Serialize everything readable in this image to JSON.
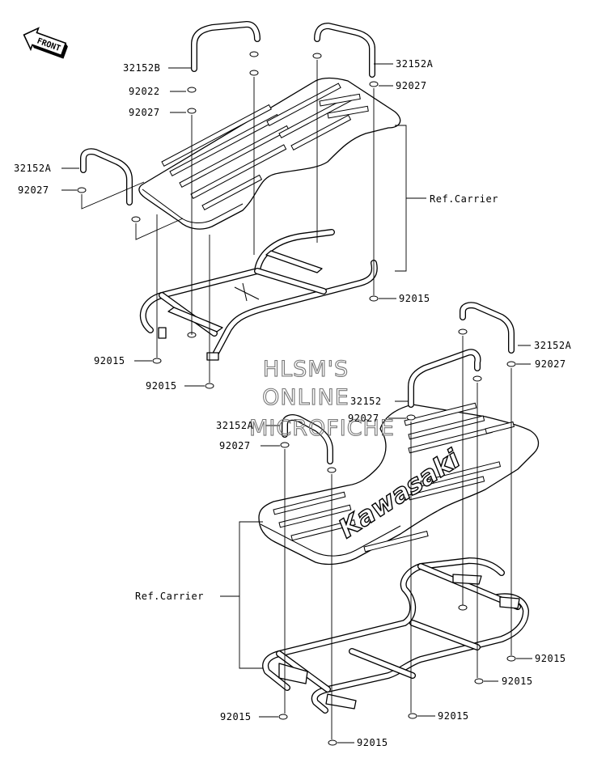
{
  "front_label": "FRONT",
  "watermark": [
    "HLSM'S",
    "ONLINE",
    "MICROFICHE"
  ],
  "brand_text": "Kawasaki",
  "callouts": [
    "32152B",
    "92022",
    "92027",
    "32152A",
    "92027",
    "92027",
    "32152A",
    "Ref.Carrier",
    "92015",
    "92015",
    "92015",
    "32152A",
    "92027",
    "32152",
    "92027",
    "32152A",
    "92027",
    "Ref.Carrier",
    "92015",
    "92015",
    "92015",
    "92015",
    "92015"
  ]
}
